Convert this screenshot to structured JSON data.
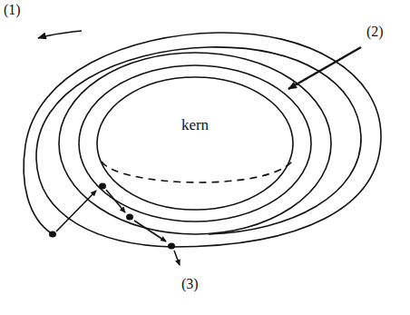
{
  "diagram": {
    "nodes": [
      {
        "text": [
          "kern"
        ]
      }
    ],
    "labels": [
      "(1)",
      "(2)",
      "(3)"
    ]
  }
}
